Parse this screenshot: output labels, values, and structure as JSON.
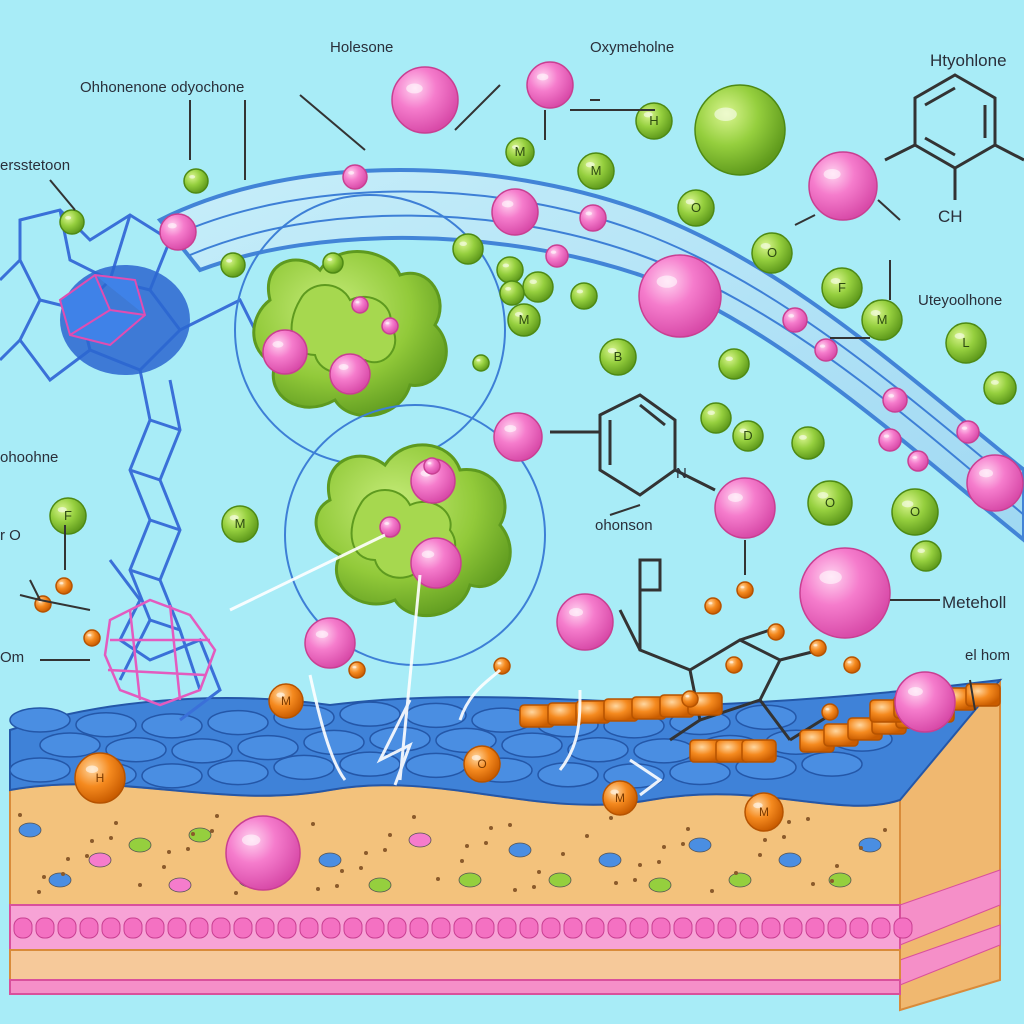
{
  "labels": {
    "l1": "Holesone",
    "l2": "Oxymeholne",
    "l3": "Htyohlone",
    "l4": "Ohhonenone odyochone",
    "l5": "ersstetoon",
    "l6": "CH",
    "l7": "Uteyoolhone",
    "l8": "ohoohne",
    "l9": "r O",
    "l10": "ohonson",
    "l11": "Meteholl",
    "l12": "Om",
    "l13": "el hom",
    "l14": "N"
  },
  "glyphs": {
    "g_h": "H",
    "g_m": "M",
    "g_o": "O",
    "g_f": "F",
    "g_l": "L",
    "g_b": "B",
    "g_d": "D"
  },
  "colors": {
    "background": "#a8ecf7",
    "membrane_blue": "#3d7fd6",
    "membrane_tan": "#f2c07a",
    "membrane_pink": "#f06bb4",
    "green_molecule": "#95cf3e",
    "pink_molecule": "#f57ccc",
    "orange_molecule": "#f58a1f"
  }
}
